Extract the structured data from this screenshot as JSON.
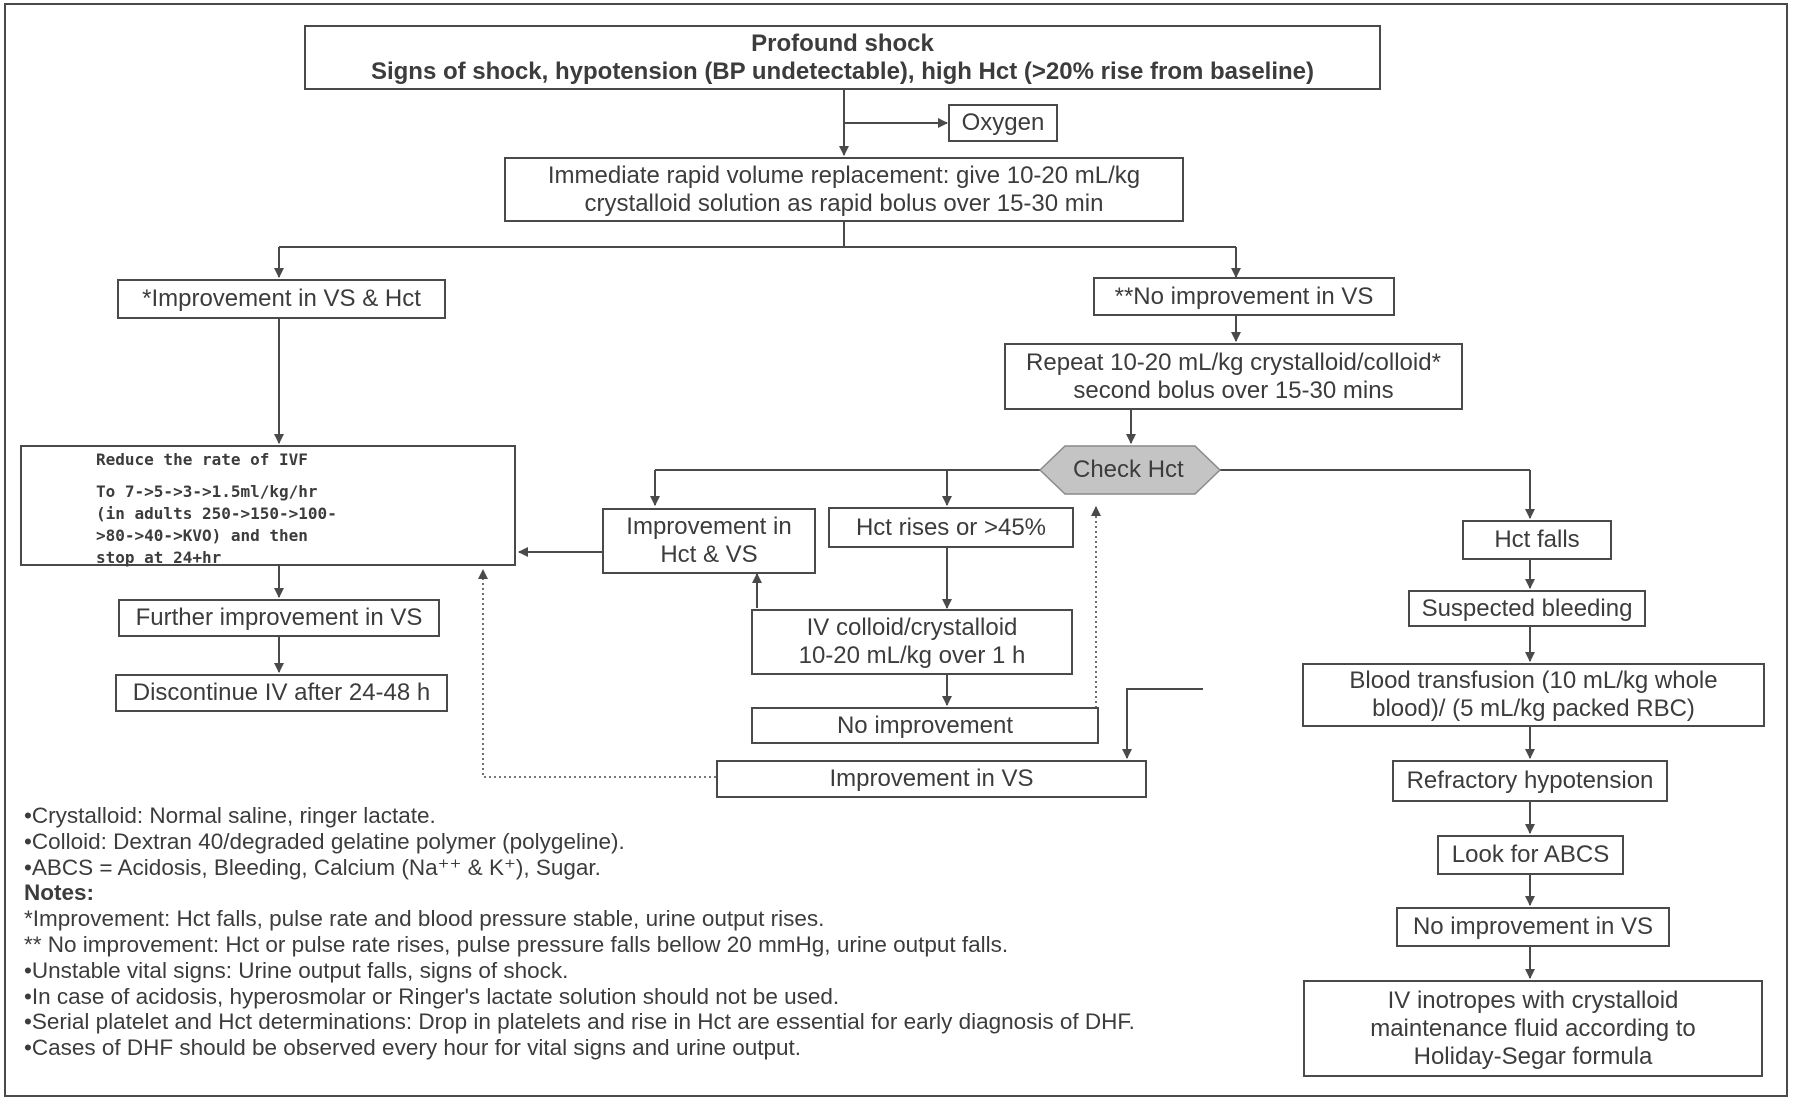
{
  "nodes": {
    "profound_shock": {
      "title": "Profound shock",
      "subtitle": "Signs of shock, hypotension (BP undetectable), high Hct (>20% rise from baseline)"
    },
    "oxygen": "Oxygen",
    "rapid_volume": {
      "line1": "Immediate rapid volume replacement: give 10-20 mL/kg",
      "line2": "crystalloid solution as rapid bolus over 15-30 min"
    },
    "improvement_vs_hct": "*Improvement in VS & Hct",
    "no_improvement_vs": "**No improvement in VS",
    "repeat_bolus": {
      "line1": "Repeat 10-20 mL/kg crystalloid/colloid*",
      "line2": "second bolus over 15-30 mins"
    },
    "check_hct": "Check Hct",
    "reduce_ivf": {
      "line1": "Reduce the rate of IVF",
      "line2": "To 7->5->3->1.5ml/kg/hr",
      "line3": "(in adults 250->150->100-",
      "line4": ">80->40->KVO) and then",
      "line5": "stop at 24+hr"
    },
    "improvement_hct_vs": {
      "line1": "Improvement in",
      "line2": "Hct & VS"
    },
    "hct_rises": "Hct rises or >45%",
    "hct_falls": "Hct falls",
    "further_improvement": "Further improvement in VS",
    "discontinue_iv": "Discontinue IV after 24-48 h",
    "iv_colloid": {
      "line1": "IV colloid/crystalloid",
      "line2": "10-20 mL/kg over 1 h"
    },
    "no_improvement": "No improvement",
    "improvement_in_vs": "Improvement in VS",
    "suspected_bleeding": "Suspected bleeding",
    "blood_transfusion": {
      "line1": "Blood transfusion (10 mL/kg whole",
      "line2": "blood)/ (5 mL/kg packed RBC)"
    },
    "refractory_hypotension": "Refractory hypotension",
    "look_for_abcs": "Look for ABCS",
    "no_improvement_vs_right": "No improvement in VS",
    "iv_inotropes": {
      "line1": "IV inotropes with crystalloid",
      "line2": "maintenance fluid according to",
      "line3": "Holiday-Segar formula"
    }
  },
  "notes": [
    "•Crystalloid: Normal saline, ringer lactate.",
    "•Colloid: Dextran 40/degraded gelatine polymer (polygeline).",
    "•ABCS = Acidosis, Bleeding, Calcium (Na⁺⁺ & K⁺), Sugar.",
    "Notes:",
    "*Improvement: Hct falls, pulse rate and blood pressure stable, urine output rises.",
    "** No improvement: Hct or pulse rate rises, pulse pressure falls bellow 20 mmHg, urine output falls.",
    "•Unstable vital signs: Urine output falls, signs of shock.",
    "•In case of acidosis, hyperosmolar or Ringer's lactate solution should not be used.",
    "•Serial platelet and Hct determinations: Drop in platelets and rise in Hct are essential for early diagnosis of DHF.",
    "•Cases of DHF should be observed every hour for vital signs and urine output."
  ],
  "colors": {
    "line": "#4a4a4a",
    "hexagon_fill": "#c4c4c4",
    "text": "#3c3c3c"
  }
}
